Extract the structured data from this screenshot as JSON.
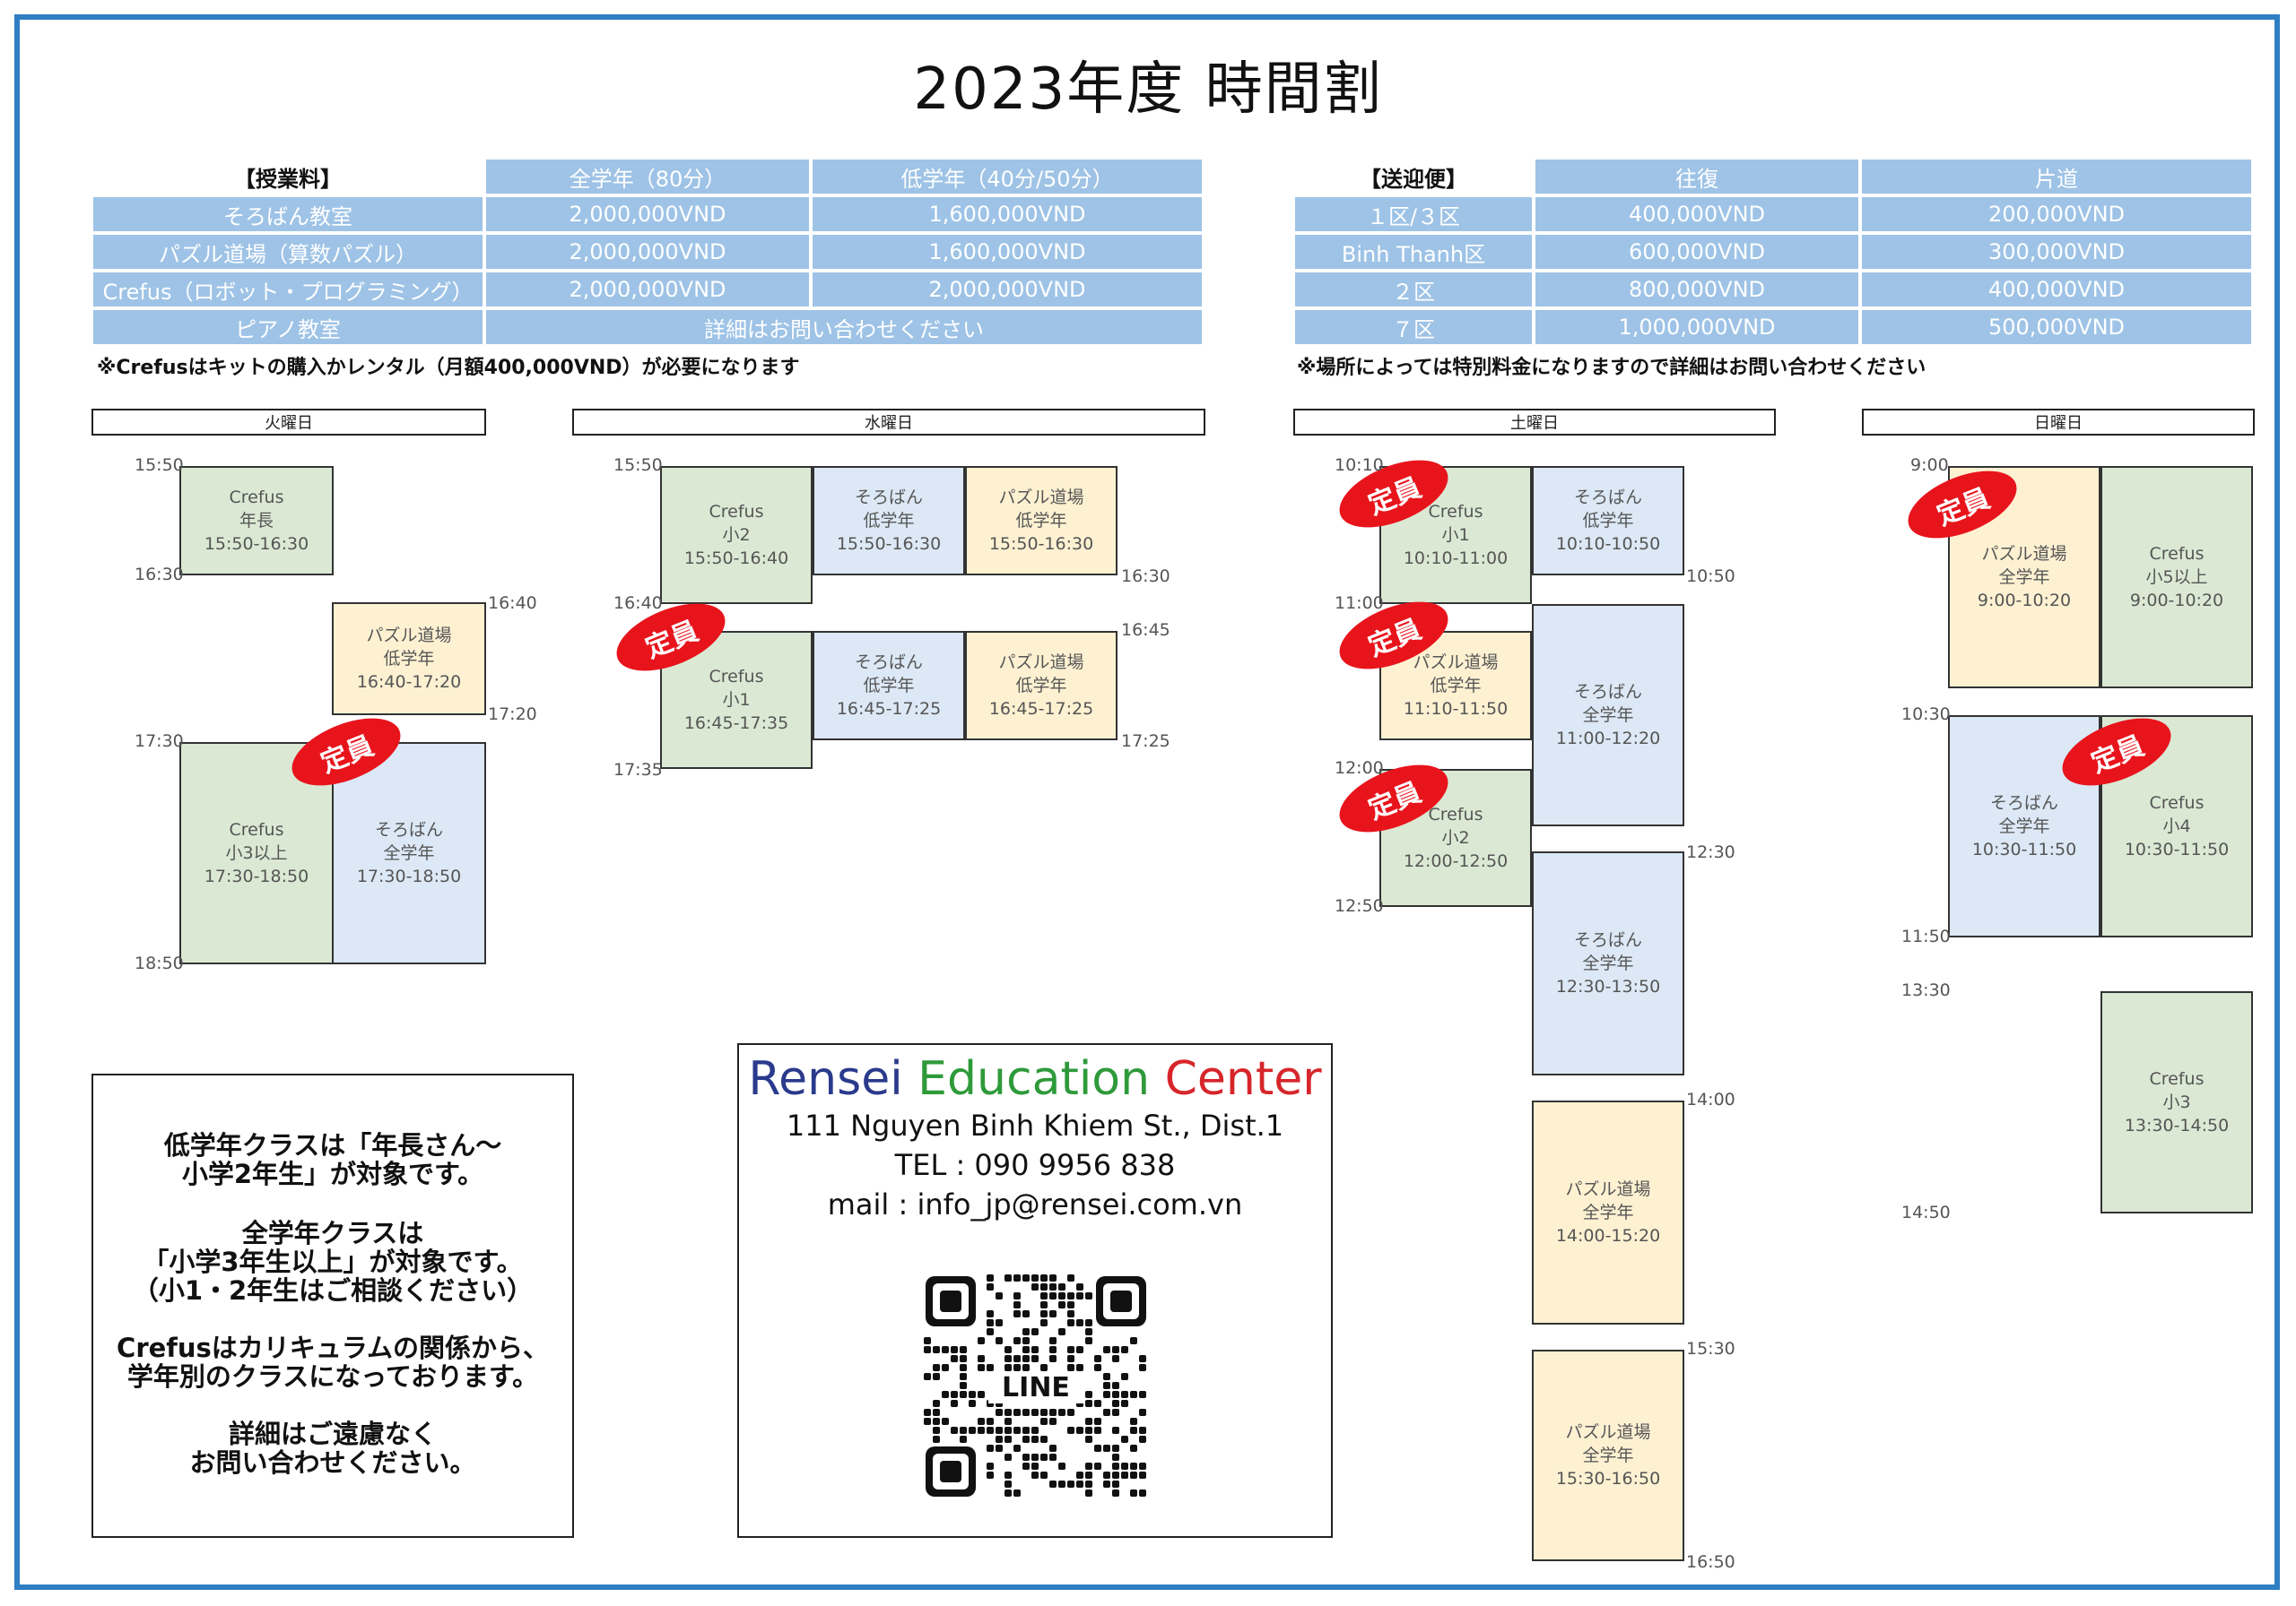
{
  "title": "2023年度  時間割",
  "fees": {
    "header": [
      "【授業料】",
      "全学年（80分）",
      "低学年（40分/50分）"
    ],
    "rows": [
      [
        "そろばん教室",
        "2,000,000VND",
        "1,600,000VND"
      ],
      [
        "パズル道場（算数パズル）",
        "2,000,000VND",
        "1,600,000VND"
      ],
      [
        "Crefus（ロボット・プログラミング）",
        "2,000,000VND",
        "2,000,000VND"
      ],
      [
        "ピアノ教室",
        "詳細はお問い合わせください"
      ]
    ],
    "note": "※Crefusはキットの購入かレンタル（月額400,000VND）が必要になります"
  },
  "bus": {
    "header": [
      "【送迎便】",
      "往復",
      "片道"
    ],
    "rows": [
      [
        "１区/３区",
        "400,000VND",
        "200,000VND"
      ],
      [
        "Binh Thanh区",
        "600,000VND",
        "300,000VND"
      ],
      [
        "２区",
        "800,000VND",
        "400,000VND"
      ],
      [
        "７区",
        "1,000,000VND",
        "500,000VND"
      ]
    ],
    "note": "※場所によっては特別料金になりますので詳細はお問い合わせください"
  },
  "days": {
    "tue": "火曜日",
    "wed": "水曜日",
    "sat": "土曜日",
    "sun": "日曜日"
  },
  "badge_text": "定員",
  "classes": {
    "tue": [
      {
        "name": "Crefus",
        "grade": "年長",
        "time": "15:50-16:30",
        "color": "green"
      },
      {
        "name": "パズル道場",
        "grade": "低学年",
        "time": "16:40-17:20",
        "color": "yellow"
      },
      {
        "name": "Crefus",
        "grade": "小3以上",
        "time": "17:30-18:50",
        "color": "green"
      },
      {
        "name": "そろばん",
        "grade": "全学年",
        "time": "17:30-18:50",
        "color": "blue"
      }
    ],
    "wed": [
      {
        "name": "Crefus",
        "grade": "小2",
        "time": "15:50-16:40",
        "color": "green"
      },
      {
        "name": "そろばん",
        "grade": "低学年",
        "time": "15:50-16:30",
        "color": "blue"
      },
      {
        "name": "パズル道場",
        "grade": "低学年",
        "time": "15:50-16:30",
        "color": "yellow"
      },
      {
        "name": "Crefus",
        "grade": "小1",
        "time": "16:45-17:35",
        "color": "green"
      },
      {
        "name": "そろばん",
        "grade": "低学年",
        "time": "16:45-17:25",
        "color": "blue"
      },
      {
        "name": "パズル道場",
        "grade": "低学年",
        "time": "16:45-17:25",
        "color": "yellow"
      }
    ],
    "sat": [
      {
        "name": "Crefus",
        "grade": "小1",
        "time": "10:10-11:00",
        "color": "green"
      },
      {
        "name": "そろばん",
        "grade": "低学年",
        "time": "10:10-10:50",
        "color": "blue"
      },
      {
        "name": "パズル道場",
        "grade": "低学年",
        "time": "11:10-11:50",
        "color": "yellow"
      },
      {
        "name": "そろばん",
        "grade": "全学年",
        "time": "11:00-12:20",
        "color": "blue"
      },
      {
        "name": "Crefus",
        "grade": "小2",
        "time": "12:00-12:50",
        "color": "green"
      },
      {
        "name": "そろばん",
        "grade": "全学年",
        "time": "12:30-13:50",
        "color": "blue"
      },
      {
        "name": "パズル道場",
        "grade": "全学年",
        "time": "14:00-15:20",
        "color": "yellow"
      },
      {
        "name": "パズル道場",
        "grade": "全学年",
        "time": "15:30-16:50",
        "color": "yellow"
      }
    ],
    "sun": [
      {
        "name": "パズル道場",
        "grade": "全学年",
        "time": "9:00-10:20",
        "color": "yellow"
      },
      {
        "name": "Crefus",
        "grade": "小5以上",
        "time": "9:00-10:20",
        "color": "green"
      },
      {
        "name": "そろばん",
        "grade": "全学年",
        "time": "10:30-11:50",
        "color": "blue"
      },
      {
        "name": "Crefus",
        "grade": "小4",
        "time": "10:30-11:50",
        "color": "green"
      },
      {
        "name": "Crefus",
        "grade": "小3",
        "time": "13:30-14:50",
        "color": "green"
      }
    ]
  },
  "time_labels": {
    "tue": [
      "15:50",
      "16:30",
      "16:40",
      "17:20",
      "17:30",
      "18:50"
    ],
    "wed": [
      "15:50",
      "16:40",
      "16:30",
      "16:45",
      "17:25",
      "17:35"
    ],
    "sat": [
      "10:10",
      "10:50",
      "11:00",
      "12:00",
      "12:50",
      "12:30",
      "14:00",
      "15:30",
      "16:50"
    ],
    "sun": [
      "9:00",
      "10:30",
      "11:50",
      "13:30",
      "14:50"
    ]
  },
  "info": {
    "p1": [
      "低学年クラスは「年長さん～",
      "小学2年生」が対象です。"
    ],
    "p2": [
      "全学年クラスは",
      "「小学3年生以上」が対象です。",
      "（小1・2年生はご相談ください）"
    ],
    "p3": [
      "Crefusはカリキュラムの関係から、",
      "学年別のクラスになっております。"
    ],
    "p4": [
      "詳細はご遠慮なく",
      "お問い合わせください。"
    ]
  },
  "center": {
    "brand_1": "Rensei",
    "brand_2": "Education",
    "brand_3": "Center",
    "brand_colors": [
      "#2a3a8c",
      "#2e9a3a",
      "#d6262b"
    ],
    "address": "111 Nguyen Binh Khiem St., Dist.1",
    "tel": "TEL : 090 9956 838",
    "mail": "mail : info_jp@rensei.com.vn",
    "qr_label": "LINE"
  }
}
